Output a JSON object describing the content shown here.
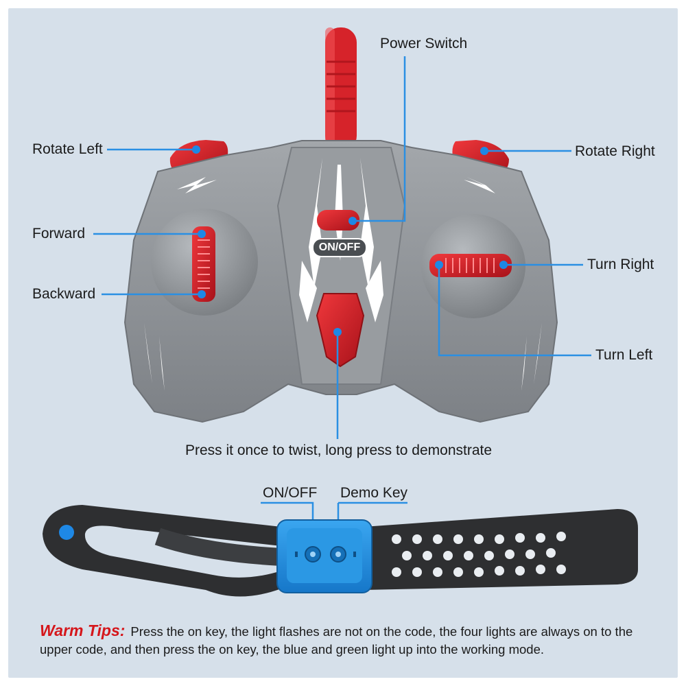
{
  "colors": {
    "background": "#d6e0ea",
    "callout_line": "#2a8fe3",
    "callout_dot": "#1e88e5",
    "controller_body": "#8f9397",
    "button_red": "#d81e24",
    "watch_face": "#1e8fe0",
    "strap": "#2e2f31",
    "tips_heading": "#d5161b"
  },
  "controller": {
    "panel_label": "ON/OFF",
    "callouts": {
      "power_switch": "Power Switch",
      "rotate_left": "Rotate Left",
      "rotate_right": "Rotate Right",
      "forward": "Forward",
      "backward": "Backward",
      "turn_right": "Turn Right",
      "turn_left": "Turn Left",
      "demo_button": "Press it once to twist, long press to demonstrate"
    }
  },
  "watch": {
    "callouts": {
      "on_off": "ON/OFF",
      "demo_key": "Demo Key"
    }
  },
  "tips": {
    "heading": "Warm Tips:",
    "text": "Press the on key, the light flashes are not on the code, the four lights are always on to the upper code, and then press the on key, the blue and green light up into the working mode."
  }
}
